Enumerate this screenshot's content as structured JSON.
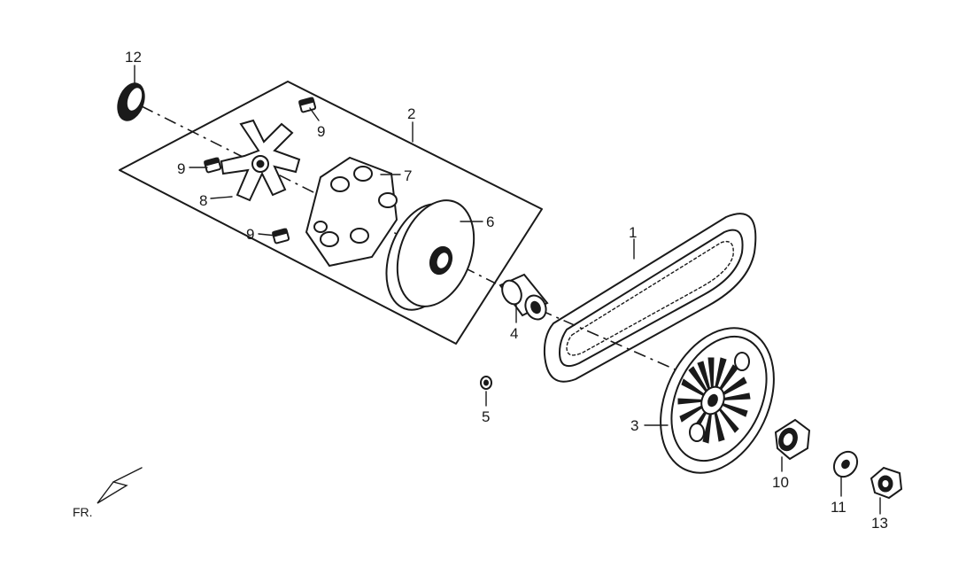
{
  "diagram": {
    "direction_label": "FR.",
    "callouts": {
      "c1": "1",
      "c2": "2",
      "c3": "3",
      "c4": "4",
      "c5": "5",
      "c6": "6",
      "c7": "7",
      "c8": "8",
      "c9a": "9",
      "c9b": "9",
      "c9c": "9",
      "c10": "10",
      "c11": "11",
      "c12": "12",
      "c13": "13"
    }
  }
}
